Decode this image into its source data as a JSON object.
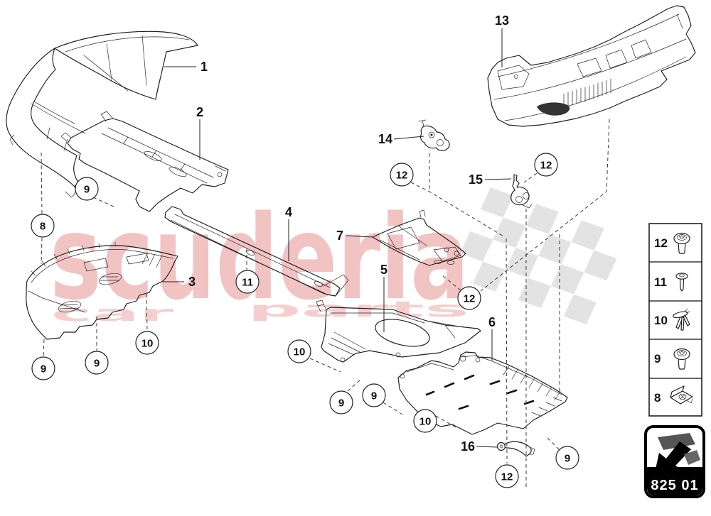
{
  "page": {
    "background": "#ffffff"
  },
  "watermark": {
    "brand_word": "scuderia",
    "tagline_word_1": "car",
    "tagline_word_2": "parts",
    "text_color": "#f2c3c3",
    "tagline_color": "#f5cfcf",
    "flag_color": "#e3e3e3"
  },
  "part_labels": [
    "1",
    "2",
    "3",
    "4",
    "5",
    "6",
    "7",
    "13",
    "14",
    "15",
    "16"
  ],
  "fastener_circles": [
    "9",
    "8",
    "11",
    "10",
    "9",
    "9",
    "10",
    "12",
    "12",
    "12",
    "9",
    "9",
    "10",
    "12",
    "9"
  ],
  "legend": {
    "rows": [
      {
        "number": "12",
        "icon": "torx-screw-icon"
      },
      {
        "number": "11",
        "icon": "rivet-icon"
      },
      {
        "number": "10",
        "icon": "expanding-rivet-icon"
      },
      {
        "number": "9",
        "icon": "torx-screw-icon"
      },
      {
        "number": "8",
        "icon": "clip-nut-icon"
      }
    ]
  },
  "badge": {
    "code": "825 01",
    "icon": "arrow-pointer-icon"
  }
}
